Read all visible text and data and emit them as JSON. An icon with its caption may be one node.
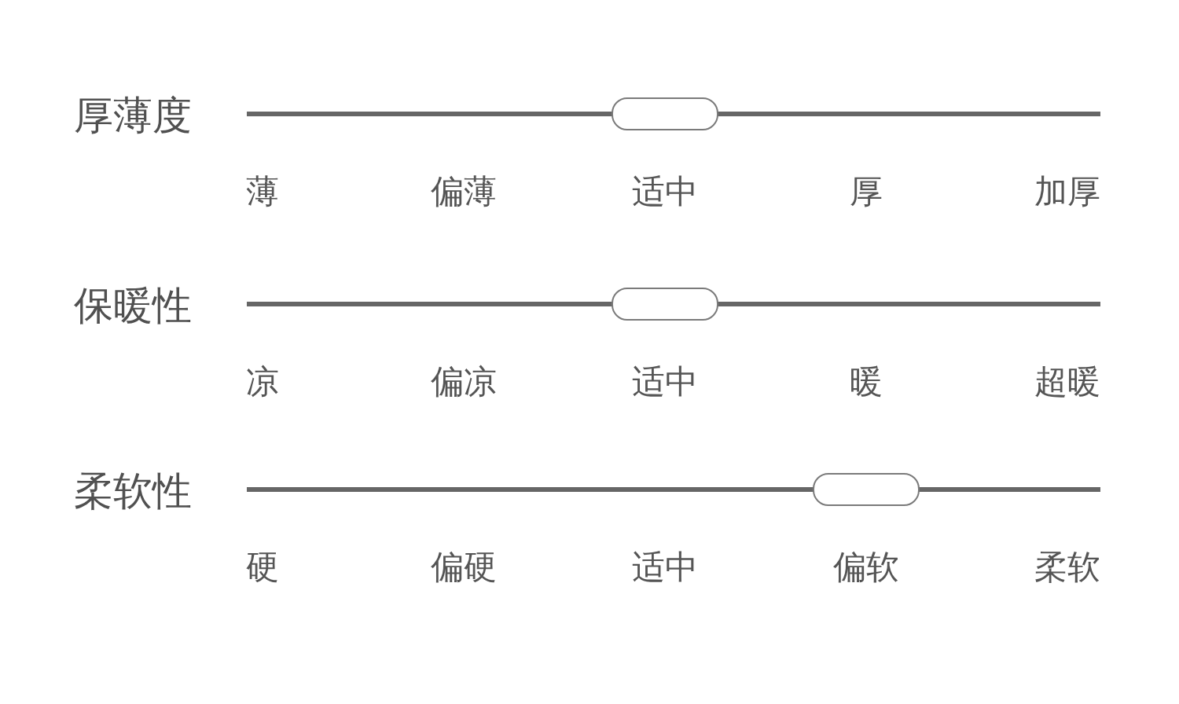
{
  "diagram": {
    "labels": [
      "厚薄度",
      "薄",
      "偏薄",
      "适中",
      "厚",
      "加厚",
      "保暖性",
      "凉",
      "偏凉",
      "适中",
      "暖",
      "超暖",
      "柔软性",
      "硬",
      "偏硬",
      "适中",
      "偏软",
      "柔软"
    ]
  }
}
